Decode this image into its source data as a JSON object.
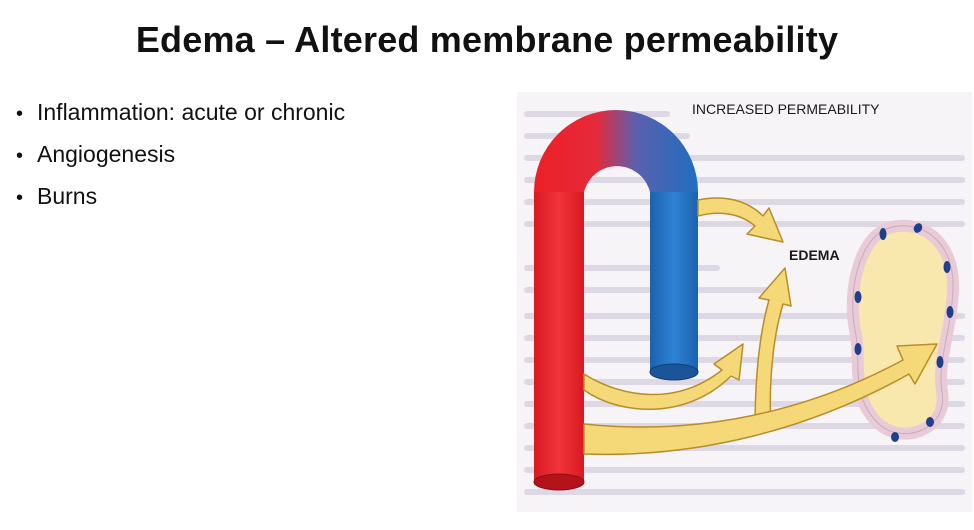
{
  "slide": {
    "title": "Edema – Altered membrane permeability",
    "bullets": [
      "Inflammation: acute or chronic",
      "Angiogenesis",
      "Burns"
    ]
  },
  "figure": {
    "permeability_label": "INCREASED PERMEABILITY",
    "edema_label": "EDEMA",
    "colors": {
      "arterial_red": "#ec2027",
      "venous_blue": "#1f6fc0",
      "arrow_fill": "#f5d878",
      "arrow_stroke": "#b88d2a",
      "lymph_fill": "#f8e8ad",
      "lymph_border": "#e9cbd8",
      "lymph_cell": "#1f3f8a"
    }
  }
}
